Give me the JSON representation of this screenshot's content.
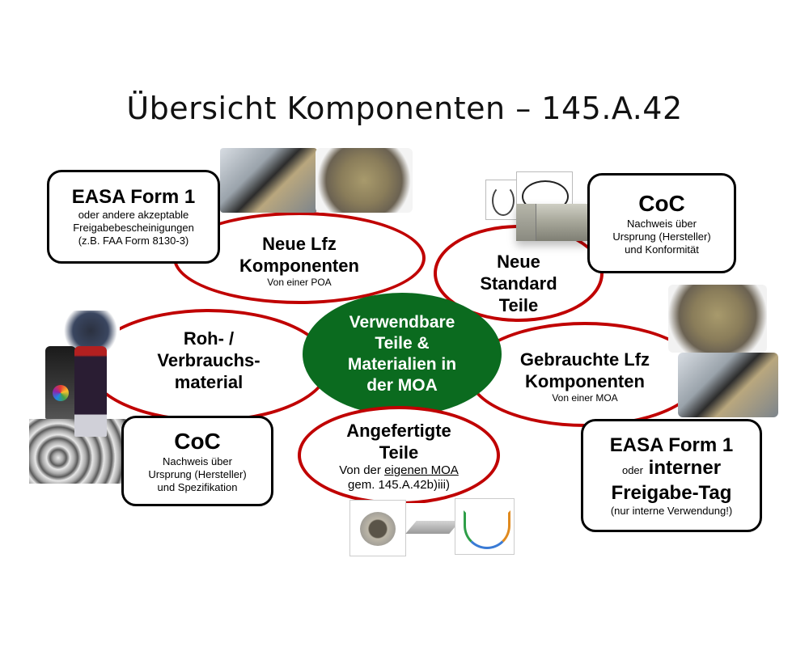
{
  "title": "Übersicht Komponenten – 145.A.42",
  "colors": {
    "ellipse_border": "#c00000",
    "center_fill": "#0b6b1f",
    "box_border": "#000000"
  },
  "center": {
    "text": "Verwendbare\nTeile &\nMaterialien in\nder MOA"
  },
  "categories": [
    {
      "id": "neue-lfz",
      "heading": "Neue Lfz\nKomponenten",
      "sub": "Von einer POA"
    },
    {
      "id": "neue-standard",
      "heading": "Neue\nStandard\nTeile"
    },
    {
      "id": "roh",
      "heading": "Roh- /\nVerbrauchs-\nmaterial"
    },
    {
      "id": "gebrauchte",
      "heading": "Gebrauchte Lfz\nKomponenten",
      "sub": "Von einer MOA"
    },
    {
      "id": "angefertigte",
      "heading": "Angefertigte\nTeile",
      "sub_prefix": "Von der ",
      "sub_underlined": "eigenen MOA",
      "sub_line2": "gem. 145.A.42b)iii)"
    }
  ],
  "boxes": [
    {
      "id": "easa-top-left",
      "heading": "EASA Form 1",
      "text": "oder andere akzeptable\nFreigabebescheinigungen\n(z.B. FAA Form 8130-3)"
    },
    {
      "id": "coc-top-right",
      "heading": "CoC",
      "text": "Nachweis über\nUrsprung (Hersteller)\nund Konformität"
    },
    {
      "id": "coc-bottom-left",
      "heading": "CoC",
      "text": "Nachweis über\nUrsprung (Hersteller)\nund Spezifikation"
    },
    {
      "id": "easa-bottom-right",
      "heading": "EASA Form 1",
      "oder": "oder",
      "heading2": "interner",
      "heading3": "Freigabe-Tag",
      "text": "(nur interne Verwendung!)"
    }
  ],
  "images": [
    "propeller-hub-photo",
    "aircraft-engine-photo",
    "circlip-photo",
    "snap-ring-photo",
    "bolt-photo",
    "granulate-photo",
    "spray-can-photo",
    "oil-bottle-photo",
    "metal-tubes-photo",
    "bushing-photo",
    "angle-profile-photo",
    "wire-harness-photo"
  ]
}
